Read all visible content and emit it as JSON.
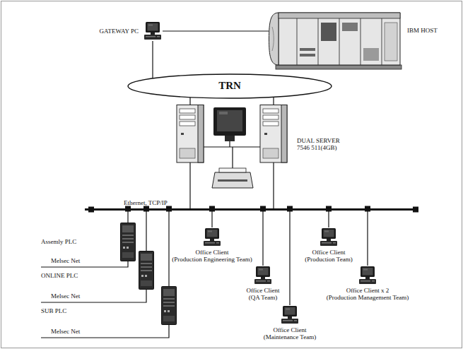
{
  "diagram": {
    "nodes": [
      {
        "text": [
          "GATEWAY PC"
        ]
      },
      {
        "text": [
          "IBM HOST"
        ]
      },
      {
        "text": [
          "TRN"
        ]
      },
      {
        "text": [
          "DUAL SERVER",
          "7546 511(4GB)"
        ]
      },
      {
        "text": [
          "Ethernet, TCP/IP"
        ]
      },
      {
        "text": [
          "Assemly PLC"
        ]
      },
      {
        "text": [
          "ONLINE PLC"
        ]
      },
      {
        "text": [
          "SUB PLC"
        ]
      },
      {
        "text": [
          "Office Client",
          "(Production Engineering Team)"
        ]
      },
      {
        "text": [
          "Office Client",
          "(QA Team)"
        ]
      },
      {
        "text": [
          "Office Client",
          "(Maintenance Team)"
        ]
      },
      {
        "text": [
          "Office Client",
          "(Production Team)"
        ]
      },
      {
        "text": [
          "Office Client x 2",
          "(Production Management Team)"
        ]
      }
    ],
    "edges": [
      {
        "from": 0,
        "to": 1,
        "arrow": "none"
      },
      {
        "from": 0,
        "to": 2,
        "arrow": "none"
      },
      {
        "from": 2,
        "to": 3,
        "arrow": "none"
      },
      {
        "from": 3,
        "to": 4,
        "arrow": "none"
      },
      {
        "from": 4,
        "to": 5,
        "arrow": "none"
      },
      {
        "from": 4,
        "to": 6,
        "arrow": "none"
      },
      {
        "from": 4,
        "to": 7,
        "arrow": "none"
      },
      {
        "from": 4,
        "to": 8,
        "arrow": "none"
      },
      {
        "from": 4,
        "to": 9,
        "arrow": "none"
      },
      {
        "from": 4,
        "to": 10,
        "arrow": "none"
      },
      {
        "from": 4,
        "to": 11,
        "arrow": "none"
      },
      {
        "from": 4,
        "to": 12,
        "arrow": "none"
      }
    ],
    "labels": [
      "Melsec Net",
      "Melsec Net",
      "Melsec Net"
    ]
  }
}
